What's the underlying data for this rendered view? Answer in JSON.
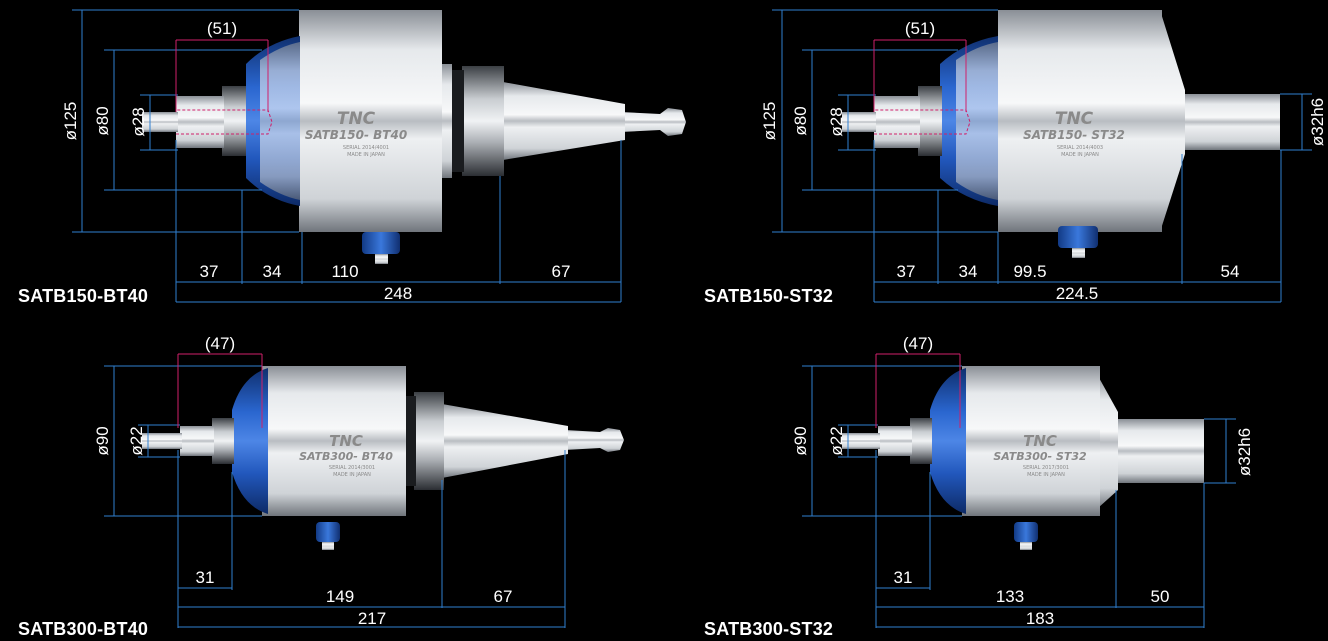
{
  "tools": [
    {
      "model": "SATB150-BT40",
      "brand": "TNC",
      "engraving": "SATB150- BT40",
      "serial": "SERIAL 2014/4001",
      "origin": "MADE IN JAPAN",
      "dims": {
        "top": "(51)",
        "d1": "ø125",
        "d2": "ø80",
        "d3": "ø28",
        "l1": "37",
        "l2": "34",
        "l3": "110",
        "l4": "67",
        "total": "248"
      }
    },
    {
      "model": "SATB150-ST32",
      "brand": "TNC",
      "engraving": "SATB150- ST32",
      "serial": "SERIAL 2014/4003",
      "origin": "MADE IN JAPAN",
      "dims": {
        "top": "(51)",
        "d1": "ø125",
        "d2": "ø80",
        "d3": "ø28",
        "shank": "ø32h6",
        "l1": "37",
        "l2": "34",
        "l3": "99.5",
        "l4": "54",
        "total": "224.5"
      }
    },
    {
      "model": "SATB300-BT40",
      "brand": "TNC",
      "engraving": "SATB300- BT40",
      "serial": "SERIAL 2014/3001",
      "origin": "MADE IN JAPAN",
      "dims": {
        "top": "(47)",
        "d1": "ø90",
        "d2": "ø22",
        "l1": "31",
        "l2": "149",
        "l3": "67",
        "total": "217"
      }
    },
    {
      "model": "SATB300-ST32",
      "brand": "TNC",
      "engraving": "SATB300- ST32",
      "serial": "SERIAL 2017/3001",
      "origin": "MADE IN JAPAN",
      "dims": {
        "top": "(47)",
        "d1": "ø90",
        "d2": "ø22",
        "shank": "ø32h6",
        "l1": "31",
        "l2": "133",
        "l3": "50",
        "total": "183"
      }
    }
  ],
  "colors": {
    "background": "#000000",
    "dimension_line": "#2f7fd0",
    "reference_line": "#d0206a",
    "housing_blue": "#1f56b8",
    "text": "#ffffff"
  }
}
